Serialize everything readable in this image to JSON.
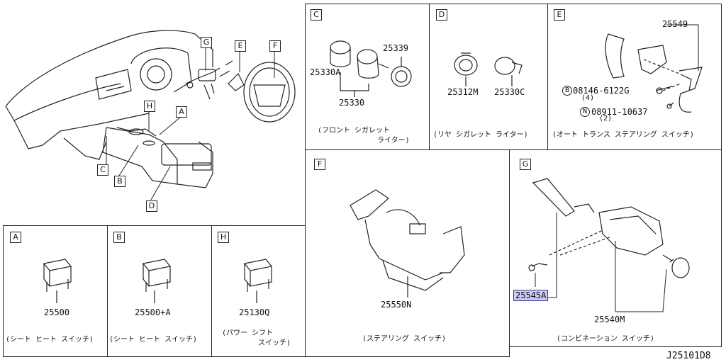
{
  "labels": {
    "A": "A",
    "B": "B",
    "C": "C",
    "D": "D",
    "E": "E",
    "F": "F",
    "G": "G",
    "H": "H"
  },
  "overview": {
    "callouts": [
      "G",
      "E",
      "F",
      "H",
      "A",
      "C",
      "B",
      "D"
    ]
  },
  "panel_c": {
    "part_a": "25339",
    "part_b": "25330A",
    "part_c": "25330",
    "caption_1": "(フロント シガレット",
    "caption_2": "ライター)"
  },
  "panel_d": {
    "part_a": "25312M",
    "part_b": "25330C",
    "caption": "(リヤ シガレット ライター)"
  },
  "panel_e": {
    "part_a": "25549",
    "bolt_prefix": "B",
    "bolt_num": "08146-6122G",
    "bolt_qty": "(4)",
    "nut_prefix": "N",
    "nut_num": "08911-10637",
    "nut_qty": "(2)",
    "caption": "(オート トランス ステアリング スイッチ)"
  },
  "panel_a": {
    "part": "25500",
    "caption": "(シート ヒート スイッチ)"
  },
  "panel_b": {
    "part": "25500+A",
    "caption": "(シート ヒート スイッチ)"
  },
  "panel_h": {
    "part": "25130Q",
    "caption_1": "(パワー シフト",
    "caption_2": "スイッチ)"
  },
  "panel_f": {
    "part": "25550N",
    "caption": "(ステアリング スイッチ)"
  },
  "panel_g": {
    "part_a": "25545A",
    "part_b": "25540M",
    "caption": "(コンビネーション スイッチ)"
  },
  "diagram_code": "J25101D8",
  "colors": {
    "highlight": "#c9cdf2",
    "line": "#222222"
  }
}
